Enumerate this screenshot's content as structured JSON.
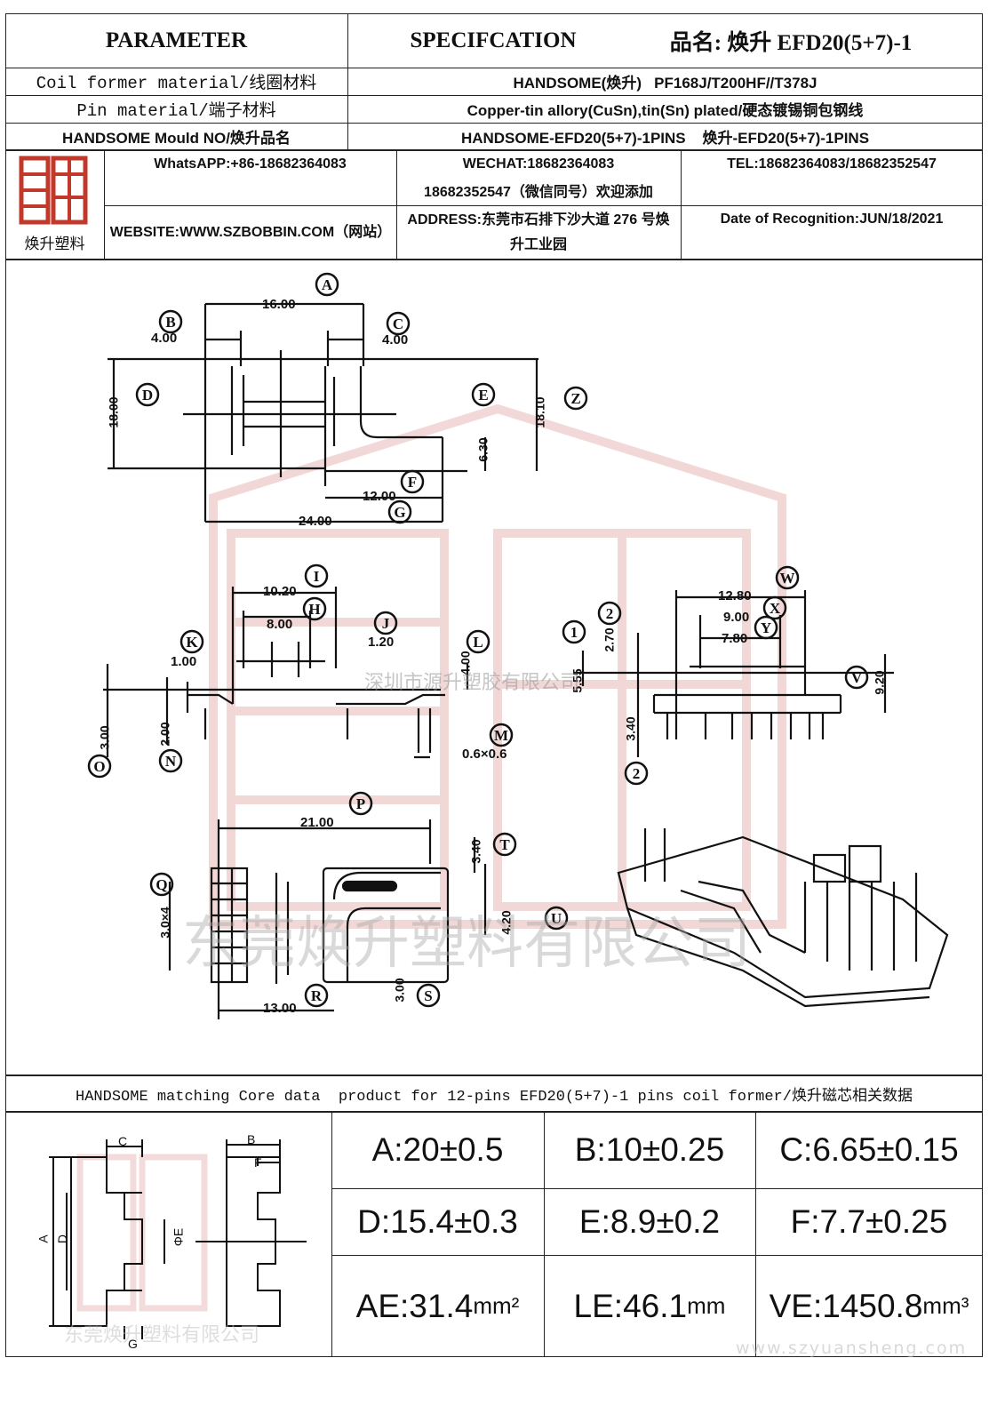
{
  "header": {
    "parameter": "PARAMETER",
    "specification": "SPECIFCATION",
    "product_name": "品名: 焕升 EFD20(5+7)-1"
  },
  "rows": [
    {
      "label": "Coil former material/线圈材料",
      "value": "HANDSOME(焕升)   PF168J/T200HF//T378J"
    },
    {
      "label": "Pin material/端子材料",
      "value": "Copper-tin allory(CuSn),tin(Sn) plated/硬态镀锡铜包钢线"
    },
    {
      "label": "HANDSOME Mould NO/焕升品名",
      "value": "HANDSOME-EFD20(5+7)-1PINS    焕升-EFD20(5+7)-1PINS"
    }
  ],
  "company": {
    "logo_caption": "焕升塑料",
    "whatsapp": "WhatsAPP:+86-18682364083",
    "wechat_line1": "WECHAT:18682364083",
    "wechat_line2": "18682352547（微信同号）欢迎添加",
    "tel": "TEL:18682364083/18682352547",
    "website": "WEBSITE:WWW.SZBOBBIN.COM（网站）",
    "address": "ADDRESS:东莞市石排下沙大道 276 号焕升工业园",
    "date": "Date of Recognition:JUN/18/2021"
  },
  "drawing": {
    "dims": {
      "A": "16.00",
      "B": "4.00",
      "C": "4.00",
      "D": "18.00",
      "E": "6.30",
      "Z": "18.10",
      "F": "12.00",
      "G": "24.00",
      "I": "10.20",
      "H": "8.00",
      "J": "1.20",
      "K": "1.00",
      "L": "4.00",
      "O": "3.00",
      "N": "2.00",
      "M": "0.6×0.6",
      "W": "12.80",
      "X": "9.00",
      "Y": "7.80",
      "z2": "2.70",
      "z1": "5.55",
      "V": "9.20",
      "z3": "3.40",
      "P": "21.00",
      "T": "3.40",
      "Q": "3.0×4",
      "U": "4.20",
      "R": "13.00",
      "S": "3.00"
    },
    "watermark_1": "深圳市源升塑胶有限公司",
    "watermark_2": "东莞焕升塑料有限公司"
  },
  "core_section": {
    "title": "HANDSOME matching Core data  product for 12-pins EFD20(5+7)-1 pins coil former/焕升磁芯相关数据",
    "diagram_labels": {
      "A": "A",
      "B": "B",
      "C": "C",
      "D": "D",
      "E": "ΦE",
      "F": "F",
      "G": "G"
    },
    "values": [
      [
        "A:20±0.5",
        "B:10±0.25",
        "C:6.65±0.15"
      ],
      [
        "D:15.4±0.3",
        "E:8.9±0.2",
        "F:7.7±0.25"
      ]
    ],
    "ae_main": "AE:31.4",
    "ae_unit": "mm²",
    "le_main": "LE:46.1",
    "le_unit": "mm",
    "ve_main": "VE:1450.8",
    "ve_unit": "mm³",
    "watermark": "东莞焕升塑料有限公司",
    "url": "www.szyuansheng.com"
  },
  "colors": {
    "line": "#222222",
    "watermark_red": "#d9a0a0",
    "logo_red": "#c0392b"
  }
}
